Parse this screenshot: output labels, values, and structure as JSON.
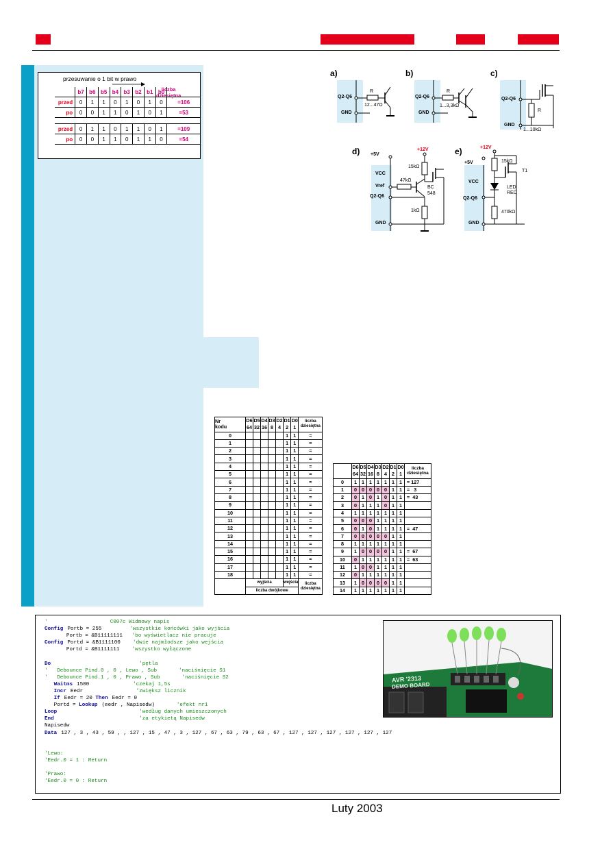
{
  "shift_table": {
    "title": "przesuwanie o 1 bit w prawo",
    "header": [
      "b7",
      "b6",
      "b5",
      "b4",
      "b3",
      "b2",
      "b1",
      "b0"
    ],
    "decimal_header_line1": "liczba",
    "decimal_header_line2": "dziesiętna",
    "rows": [
      {
        "label": "przed",
        "bits": [
          "0",
          "1",
          "1",
          "0",
          "1",
          "0",
          "1",
          "0"
        ],
        "value": "=106"
      },
      {
        "label": "po",
        "bits": [
          "0",
          "0",
          "1",
          "1",
          "0",
          "1",
          "0",
          "1"
        ],
        "value": "=53"
      },
      {
        "label": "przed",
        "bits": [
          "0",
          "1",
          "1",
          "0",
          "1",
          "1",
          "0",
          "1"
        ],
        "value": "=109"
      },
      {
        "label": "po",
        "bits": [
          "0",
          "0",
          "1",
          "1",
          "0",
          "1",
          "1",
          "0"
        ],
        "value": "=54"
      }
    ]
  },
  "circuits": {
    "a": {
      "label": "a)",
      "pin": "Q2-Q6",
      "gnd": "GND",
      "r": "R",
      "range": "12...47Ω"
    },
    "b": {
      "label": "b)",
      "pin": "Q2-Q6",
      "gnd": "GND",
      "r": "R",
      "range": "1...3,3kΩ"
    },
    "c": {
      "label": "c)",
      "pin": "Q2-Q6",
      "gnd": "GND",
      "r": "R",
      "range": "1...10kΩ"
    },
    "d": {
      "label": "d)",
      "vplus": "+5V",
      "vhigh": "+12V",
      "vcc": "VCC",
      "vref": "Vref",
      "pin": "Q2-Q6",
      "gnd": "GND",
      "r1": "15kΩ",
      "r2": "47kΩ",
      "r3": "1kΩ",
      "t": "BC",
      "t2": "548"
    },
    "e": {
      "label": "e)",
      "vhigh": "+12V",
      "vplus": "+5V",
      "vcc": "VCC",
      "pin": "Q2-Q6",
      "gnd": "GND",
      "r1": "15kΩ",
      "t": "T1",
      "led1": "LED",
      "led2": "RED",
      "r2": "470kΩ"
    }
  },
  "table_empty": {
    "corner_top": "Nr",
    "corner_bottom": "kodu",
    "header1": [
      "D6",
      "D5",
      "D4",
      "D3",
      "D2",
      "D1",
      "D0"
    ],
    "header2": [
      "64",
      "32",
      "16",
      "8",
      "4",
      "2",
      "1"
    ],
    "dec1": "liczba",
    "dec2": "dziesiętna",
    "rows": [
      "0",
      "1",
      "2",
      "3",
      "4",
      "5",
      "6",
      "7",
      "8",
      "9",
      "10",
      "11",
      "12",
      "13",
      "14",
      "15",
      "16",
      "17",
      "18"
    ],
    "bit": "1",
    "eq": "=",
    "foot_out": "wyjścia",
    "foot_in": "wejścia",
    "foot_bin": "liczba dwójkowe",
    "foot_dec1": "liczba",
    "foot_dec2": "dziesiętna"
  },
  "table_filled": {
    "header1": [
      "D6",
      "D5",
      "D4",
      "D3",
      "D2",
      "D1",
      "D0"
    ],
    "header2": [
      "64",
      "32",
      "16",
      "8",
      "4",
      "2",
      "1"
    ],
    "dec1": "liczba",
    "dec2": "dziesiętna",
    "rows": [
      {
        "n": "0",
        "bits": [
          "1",
          "1",
          "1",
          "1",
          "1",
          "1",
          "1"
        ],
        "v": "= 127"
      },
      {
        "n": "1",
        "bits": [
          "0",
          "0",
          "0",
          "0",
          "0",
          "1",
          "1"
        ],
        "v": "=   3"
      },
      {
        "n": "2",
        "bits": [
          "0",
          "1",
          "0",
          "1",
          "0",
          "1",
          "1"
        ],
        "v": "=  43"
      },
      {
        "n": "3",
        "bits": [
          "0",
          "1",
          "1",
          "1",
          "0",
          "1",
          "1"
        ],
        "v": ""
      },
      {
        "n": "4",
        "bits": [
          "1",
          "1",
          "1",
          "1",
          "1",
          "1",
          "1"
        ],
        "v": ""
      },
      {
        "n": "5",
        "bits": [
          "0",
          "0",
          "0",
          "1",
          "1",
          "1",
          "1"
        ],
        "v": ""
      },
      {
        "n": "6",
        "bits": [
          "0",
          "1",
          "0",
          "1",
          "1",
          "1",
          "1"
        ],
        "v": "=  47"
      },
      {
        "n": "7",
        "bits": [
          "0",
          "0",
          "0",
          "0",
          "0",
          "1",
          "1"
        ],
        "v": ""
      },
      {
        "n": "8",
        "bits": [
          "1",
          "1",
          "1",
          "1",
          "1",
          "1",
          "1"
        ],
        "v": ""
      },
      {
        "n": "9",
        "bits": [
          "1",
          "0",
          "0",
          "0",
          "0",
          "1",
          "1"
        ],
        "v": "=  67"
      },
      {
        "n": "10",
        "bits": [
          "0",
          "1",
          "1",
          "1",
          "1",
          "1",
          "1"
        ],
        "v": "=  63"
      },
      {
        "n": "11",
        "bits": [
          "1",
          "0",
          "0",
          "1",
          "1",
          "1",
          "1"
        ],
        "v": ""
      },
      {
        "n": "12",
        "bits": [
          "0",
          "1",
          "1",
          "1",
          "1",
          "1",
          "1"
        ],
        "v": ""
      },
      {
        "n": "13",
        "bits": [
          "1",
          "0",
          "0",
          "0",
          "0",
          "1",
          "1"
        ],
        "v": ""
      },
      {
        "n": "14",
        "bits": [
          "1",
          "1",
          "1",
          "1",
          "1",
          "1",
          "1"
        ],
        "v": ""
      }
    ]
  },
  "code_lines": [
    [
      [
        "cm",
        "'                    C007c Widmowy napis"
      ]
    ],
    [
      [
        "kw",
        "Config"
      ],
      [
        "",
        "Portb = 255         "
      ],
      [
        "cm",
        "'wszystkie końcówki jako wyjścia"
      ]
    ],
    [
      [
        "",
        "       Portb = &B11111111   "
      ],
      [
        "cm",
        "'bo wyświetlacz nie pracuje"
      ]
    ],
    [
      [
        "kw",
        "Config"
      ],
      [
        "",
        "Portd = &B1111100    "
      ],
      [
        "cm",
        "'dwie najmłodsze jako wejścia"
      ]
    ],
    [
      [
        "",
        "       Portd = &B1111111    "
      ],
      [
        "cm",
        "'wszystko wyłączone"
      ]
    ],
    [
      [
        "",
        "  "
      ]
    ],
    [
      [
        "kw",
        "Do"
      ],
      [
        "",
        "                           "
      ],
      [
        "cm",
        "'pętla"
      ]
    ],
    [
      [
        "cm",
        "'   Debounce Pind.0 , 0 , Lewo , Sub       'naciśnięcie S1"
      ]
    ],
    [
      [
        "cm",
        "'   Debounce Pind.1 , 0 , Prawo , Sub       'naciśnięcie S2"
      ]
    ],
    [
      [
        "",
        "   "
      ],
      [
        "kw",
        "Waitms"
      ],
      [
        "",
        "1500              "
      ],
      [
        "cm",
        "'czekaj 1,5s"
      ]
    ],
    [
      [
        "",
        "   "
      ],
      [
        "kw",
        "Incr"
      ],
      [
        "",
        "Eedr                 "
      ],
      [
        "cm",
        "'zwiększ licznik"
      ]
    ],
    [
      [
        "",
        "   "
      ],
      [
        "kw",
        "If"
      ],
      [
        "",
        "Eedr = 20 "
      ],
      [
        "kw",
        "Then"
      ],
      [
        "",
        "Eedr = 0"
      ]
    ],
    [
      [
        "",
        "   Portd = "
      ],
      [
        "kw",
        "Lookup"
      ],
      [
        "",
        "(eedr , Napisedw)       "
      ],
      [
        "cm",
        "'efekt nr1"
      ]
    ],
    [
      [
        "kw",
        "Loop"
      ],
      [
        "",
        "                         "
      ],
      [
        "cm",
        "'według danych umieszczonych"
      ]
    ],
    [
      [
        "kw",
        "End"
      ],
      [
        "",
        "                          "
      ],
      [
        "cm",
        "'za etykietą Napisedw"
      ]
    ],
    [
      [
        "",
        "Napisedw"
      ]
    ],
    [
      [
        "kw",
        "Data"
      ],
      [
        "",
        "127 , 3 , 43 , 59 , , 127 , 15 , 47 , 3 , 127 , 67 , 63 , 79 , 63 , 67 , 127 , 127 , 127 , 127 , 127 , 127"
      ]
    ],
    [
      [
        "",
        "  "
      ]
    ],
    [
      [
        "",
        "  "
      ]
    ],
    [
      [
        "cm",
        "'Lewo:"
      ]
    ],
    [
      [
        "cm",
        "'Eedr.0 = 1 : Return"
      ]
    ],
    [
      [
        "",
        "  "
      ]
    ],
    [
      [
        "cm",
        "'Prawo:"
      ]
    ],
    [
      [
        "cm",
        "'Eedr.0 = 0 : Return"
      ]
    ]
  ],
  "photo": {
    "board_text1": "AVR '2313",
    "board_text2": "DEMO BOARD"
  },
  "footer": {
    "date": "Luty 2003"
  },
  "colors": {
    "accent": "#e4001b",
    "sidebar": "#d6ecf6",
    "strip": "#0aa0c8",
    "highlight": "#f3c4dd"
  }
}
